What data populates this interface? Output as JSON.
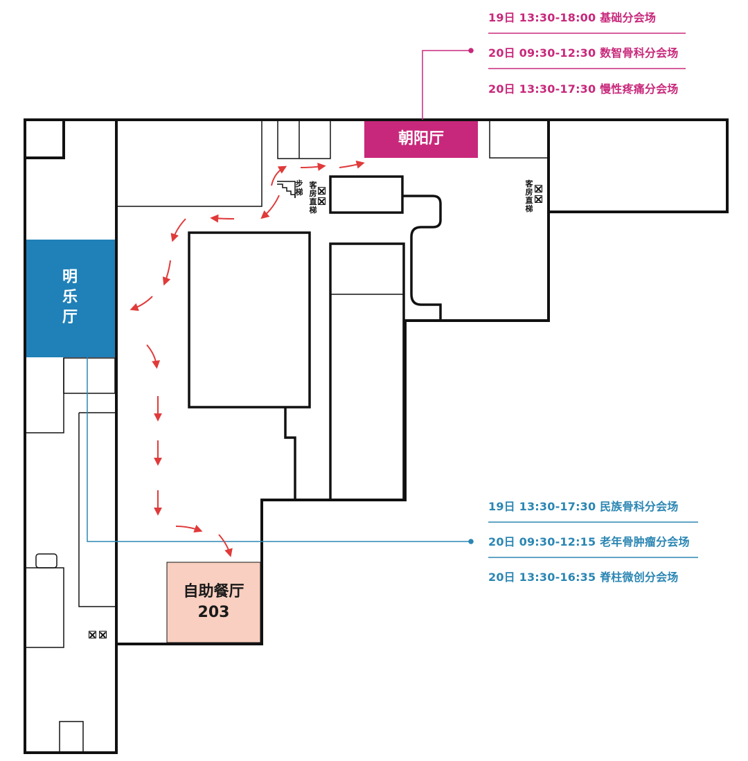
{
  "colors": {
    "magenta": "#c8287b",
    "blue": "#2080b8",
    "buffet_fill": "#f8cfc0",
    "route_arrow": "#e03a3a",
    "wall": "#111111"
  },
  "halls": {
    "chaoyang": {
      "name": "朝阳厅"
    },
    "mingle": {
      "name": "明乐厅"
    },
    "buffet": {
      "name": "自助餐厅",
      "number": "203"
    }
  },
  "schedules": {
    "chaoyang": [
      "19日 13:30-18:00 基础分会场",
      "20日 09:30-12:30 数智骨科分会场",
      "20日 13:30-17:30 慢性疼痛分会场"
    ],
    "mingle": [
      "19日 13:30-17:30 民族骨科分会场",
      "20日 09:30-12:15 老年骨肿瘤分会场",
      "20日 13:30-16:35 脊柱微创分会场"
    ]
  },
  "facilities": {
    "stairs": "步梯",
    "guest_elevator": "客房直梯"
  },
  "icons": [
    "elevator-icon",
    "stairs-icon",
    "route-arrow-icon"
  ]
}
